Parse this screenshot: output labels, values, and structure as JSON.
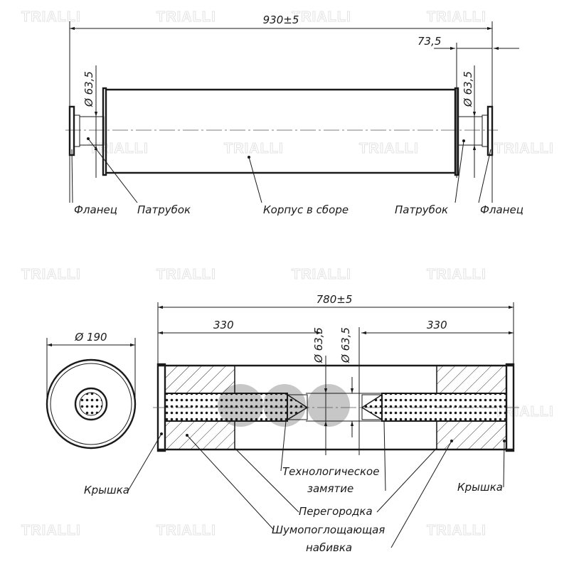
{
  "watermark": "TRIALLI",
  "top_view": {
    "overall_length": "930±5",
    "offset": "73,5",
    "pipe_diameter_left": "Ø 63,5",
    "pipe_diameter_right": "Ø 63,5",
    "labels": {
      "flange_left": "Фланец",
      "pipe_left": "Патрубок",
      "body": "Корпус в сборе",
      "pipe_right": "Патрубок",
      "flange_right": "Фланец"
    }
  },
  "section_view": {
    "body_diameter": "Ø 190",
    "overall_length": "780±5",
    "left_length": "330",
    "right_length": "330",
    "pipe_diameter_left": "Ø 63,5",
    "pipe_diameter_right": "Ø 63,5",
    "labels": {
      "cap_left": "Крышка",
      "crimp_line1": "Технологическое",
      "crimp_line2": "замятие",
      "cap_right": "Крышка",
      "baffle": "Перегородка",
      "packing_line1": "Шумопоглощающая",
      "packing_line2": "набивка"
    }
  }
}
